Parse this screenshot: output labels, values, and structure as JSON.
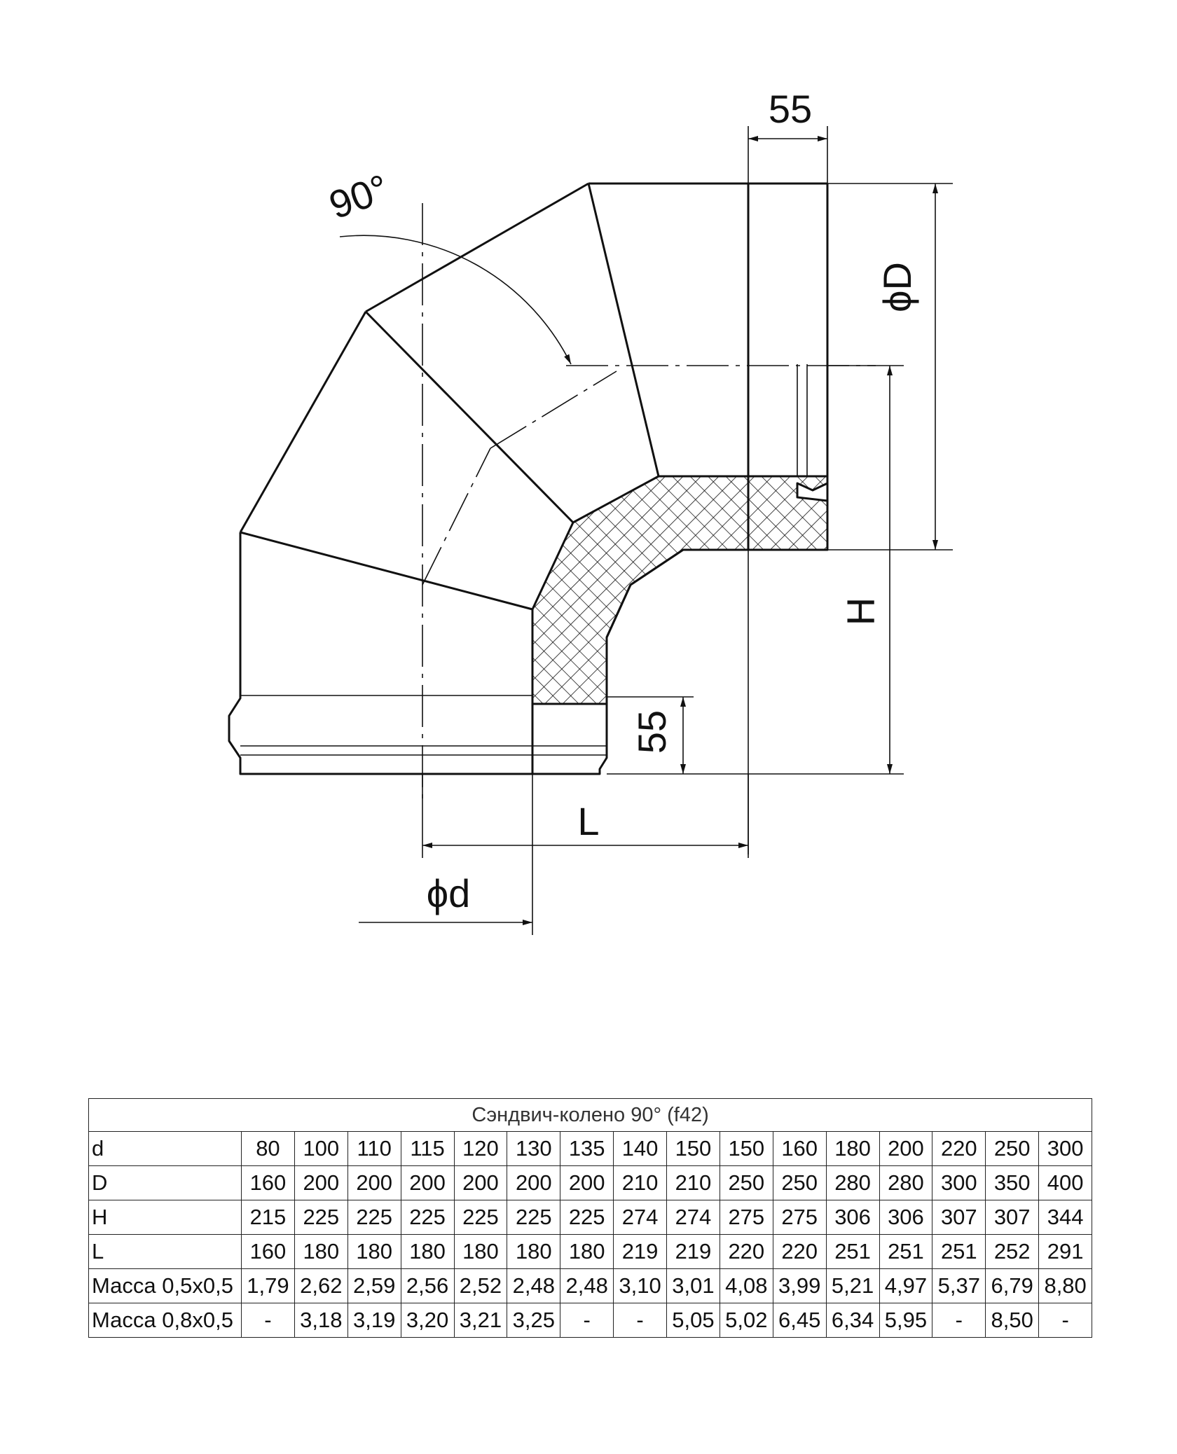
{
  "drawing": {
    "dims": {
      "top_socket": "55",
      "bottom_socket": "55",
      "angle": "90°",
      "outer_diameter": "ϕD",
      "height": "H",
      "length": "L",
      "inner_diameter": "ϕd"
    }
  },
  "table": {
    "caption": "Сэндвич-колено 90° (f42)",
    "rows": [
      {
        "label": "d",
        "cells": [
          "80",
          "100",
          "110",
          "115",
          "120",
          "130",
          "135",
          "140",
          "150",
          "150",
          "160",
          "180",
          "200",
          "220",
          "250",
          "300"
        ]
      },
      {
        "label": "D",
        "cells": [
          "160",
          "200",
          "200",
          "200",
          "200",
          "200",
          "200",
          "210",
          "210",
          "250",
          "250",
          "280",
          "280",
          "300",
          "350",
          "400"
        ]
      },
      {
        "label": "H",
        "cells": [
          "215",
          "225",
          "225",
          "225",
          "225",
          "225",
          "225",
          "274",
          "274",
          "275",
          "275",
          "306",
          "306",
          "307",
          "307",
          "344"
        ]
      },
      {
        "label": "L",
        "cells": [
          "160",
          "180",
          "180",
          "180",
          "180",
          "180",
          "180",
          "219",
          "219",
          "220",
          "220",
          "251",
          "251",
          "251",
          "252",
          "291"
        ]
      },
      {
        "label": "Масса 0,5х0,5",
        "cells": [
          "1,79",
          "2,62",
          "2,59",
          "2,56",
          "2,52",
          "2,48",
          "2,48",
          "3,10",
          "3,01",
          "4,08",
          "3,99",
          "5,21",
          "4,97",
          "5,37",
          "6,79",
          "8,80"
        ]
      },
      {
        "label": "Масса 0,8х0,5",
        "cells": [
          "-",
          "3,18",
          "3,19",
          "3,20",
          "3,21",
          "3,25",
          "-",
          "-",
          "5,05",
          "5,02",
          "6,45",
          "6,34",
          "5,95",
          "-",
          "8,50",
          "-"
        ]
      }
    ]
  }
}
